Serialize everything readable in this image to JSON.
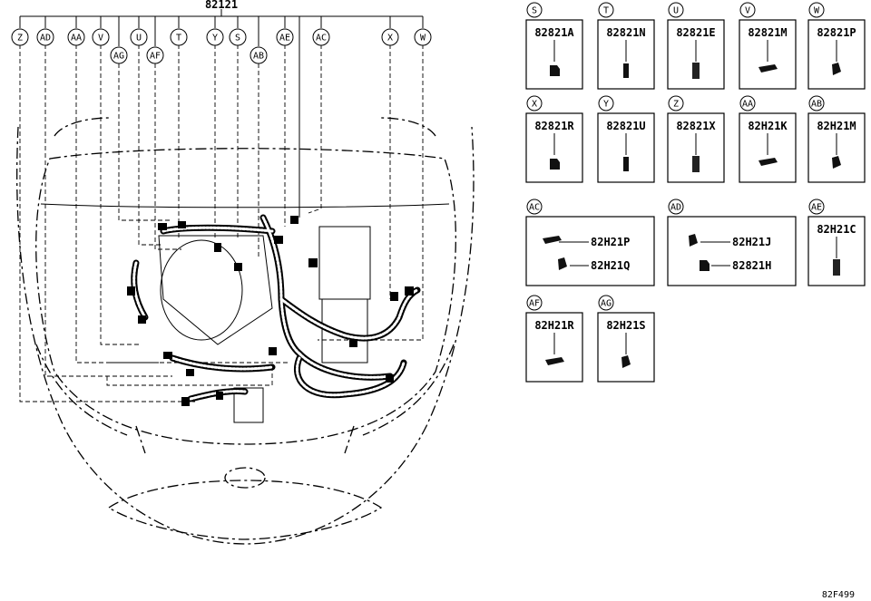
{
  "main_part": "82121",
  "reference_code": "82F499",
  "callouts": [
    "Z",
    "AD",
    "AA",
    "V",
    "AG",
    "U",
    "AF",
    "T",
    "Y",
    "S",
    "AB",
    "AE",
    "AC",
    "X",
    "W"
  ],
  "boxes": [
    {
      "letter": "S",
      "parts": [
        "82821A"
      ]
    },
    {
      "letter": "T",
      "parts": [
        "82821N"
      ]
    },
    {
      "letter": "U",
      "parts": [
        "82821E"
      ]
    },
    {
      "letter": "V",
      "parts": [
        "82821M"
      ]
    },
    {
      "letter": "W",
      "parts": [
        "82821P"
      ]
    },
    {
      "letter": "X",
      "parts": [
        "82821R"
      ]
    },
    {
      "letter": "Y",
      "parts": [
        "82821U"
      ]
    },
    {
      "letter": "Z",
      "parts": [
        "82821X"
      ]
    },
    {
      "letter": "AA",
      "parts": [
        "82H21K"
      ]
    },
    {
      "letter": "AB",
      "parts": [
        "82H21M"
      ]
    },
    {
      "letter": "AC",
      "parts": [
        "82H21P",
        "82H21Q"
      ]
    },
    {
      "letter": "AD",
      "parts": [
        "82H21J",
        "82821H"
      ]
    },
    {
      "letter": "AE",
      "parts": [
        "82H21C"
      ]
    },
    {
      "letter": "AF",
      "parts": [
        "82H21R"
      ]
    },
    {
      "letter": "AG",
      "parts": [
        "82H21S"
      ]
    }
  ]
}
